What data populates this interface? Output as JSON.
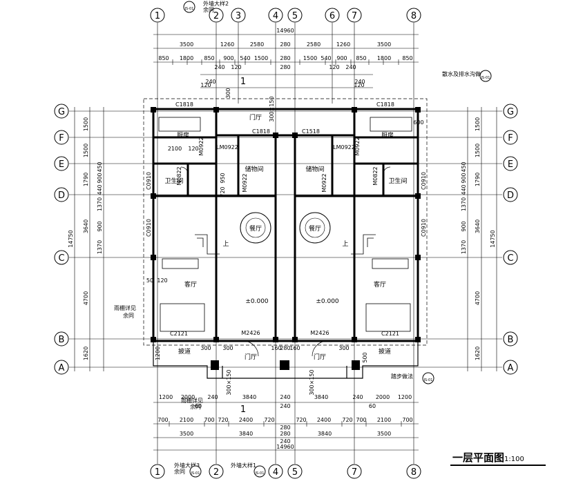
{
  "drawing": {
    "title": "一层平面图",
    "scale": "1:100"
  },
  "axes": {
    "columns_top": [
      "1",
      "2",
      "3",
      "4",
      "5",
      "6",
      "7",
      "8"
    ],
    "columns_bottom": [
      "1",
      "2",
      "4",
      "5",
      "7",
      "8"
    ],
    "rows_left": [
      "G",
      "F",
      "E",
      "D",
      "C",
      "B",
      "A"
    ],
    "rows_right": [
      "G",
      "F",
      "E",
      "D",
      "C",
      "B",
      "A"
    ]
  },
  "dimensions": {
    "top_total": "14960",
    "top_row1": [
      "3500",
      "1260",
      "2580",
      "280",
      "2580",
      "1260",
      "3500"
    ],
    "top_row2": [
      "850",
      "1800",
      "850",
      "240",
      "900",
      "540",
      "1500",
      "280",
      "1500",
      "540",
      "900",
      "240",
      "850",
      "1800",
      "850"
    ],
    "top_row3": [
      "240",
      "120",
      "280",
      "120",
      "240"
    ],
    "bottom_total": "14960",
    "bottom_row1": [
      "3500",
      "3840",
      "280",
      "3840",
      "3500"
    ],
    "bottom_row2": [
      "700",
      "2100",
      "700",
      "720",
      "2400",
      "720",
      "720",
      "2400",
      "720",
      "700",
      "2100",
      "700"
    ],
    "bottom_row3": [
      "1200",
      "2000",
      "240",
      "3840",
      "240",
      "3840",
      "240",
      "2000",
      "1200"
    ],
    "bottom_small": [
      "60",
      "240",
      "280",
      "240",
      "60"
    ],
    "left_total": "14750",
    "left_row": [
      "1500",
      "1500",
      "1790",
      "3640",
      "4700",
      "1620"
    ],
    "left_sub": [
      "900",
      "450",
      "440",
      "1370",
      "900",
      "1370"
    ],
    "right_total": "14750",
    "right_row": [
      "1500",
      "1500",
      "1790",
      "3640",
      "4700",
      "1620"
    ],
    "right_sub": [
      "450",
      "900",
      "440",
      "1370",
      "900",
      "1370"
    ]
  },
  "rooms": {
    "kitchen": "厨房",
    "bathroom": "卫生间",
    "storage": "储物间",
    "dining": "餐厅",
    "living": "客厅",
    "foyer_top": "门厅",
    "foyer_bottom": "门厅",
    "veranda": "披道",
    "level": "±0.000"
  },
  "openings": {
    "c1818": "C1818",
    "c1518": "C1518",
    "c0910": "C0910",
    "m0922": "M0922",
    "lm0922": "LM0922",
    "m0822": "M0822",
    "m2426": "M2426",
    "c2121": "C2121"
  },
  "annotations": {
    "section_mark": "1",
    "misc_values": [
      "120",
      "120",
      "300",
      "600",
      "2100",
      "120",
      "950",
      "720",
      "50",
      "120",
      "160",
      "280",
      "160",
      "1200",
      "300",
      "300",
      "300",
      "500"
    ],
    "note_top": "外墙大样2",
    "note_top_sub": "余同",
    "note_bottom_left": "外墙大样3",
    "note_bottom_right": "外墙大样1",
    "note_bottom_left_sub": "余同",
    "note_left_1": "雨棚详见",
    "note_left_2": "余同",
    "note_left_3": "雨棚详见",
    "note_left_4": "余同",
    "note_right_top": "散水及排水沟做法",
    "note_right_bottom": "踏步做法",
    "up_label": "上",
    "stair_dim": "300×150",
    "detail_ref": "JS-01"
  },
  "colors": {
    "line": "#000000",
    "background": "#ffffff"
  }
}
